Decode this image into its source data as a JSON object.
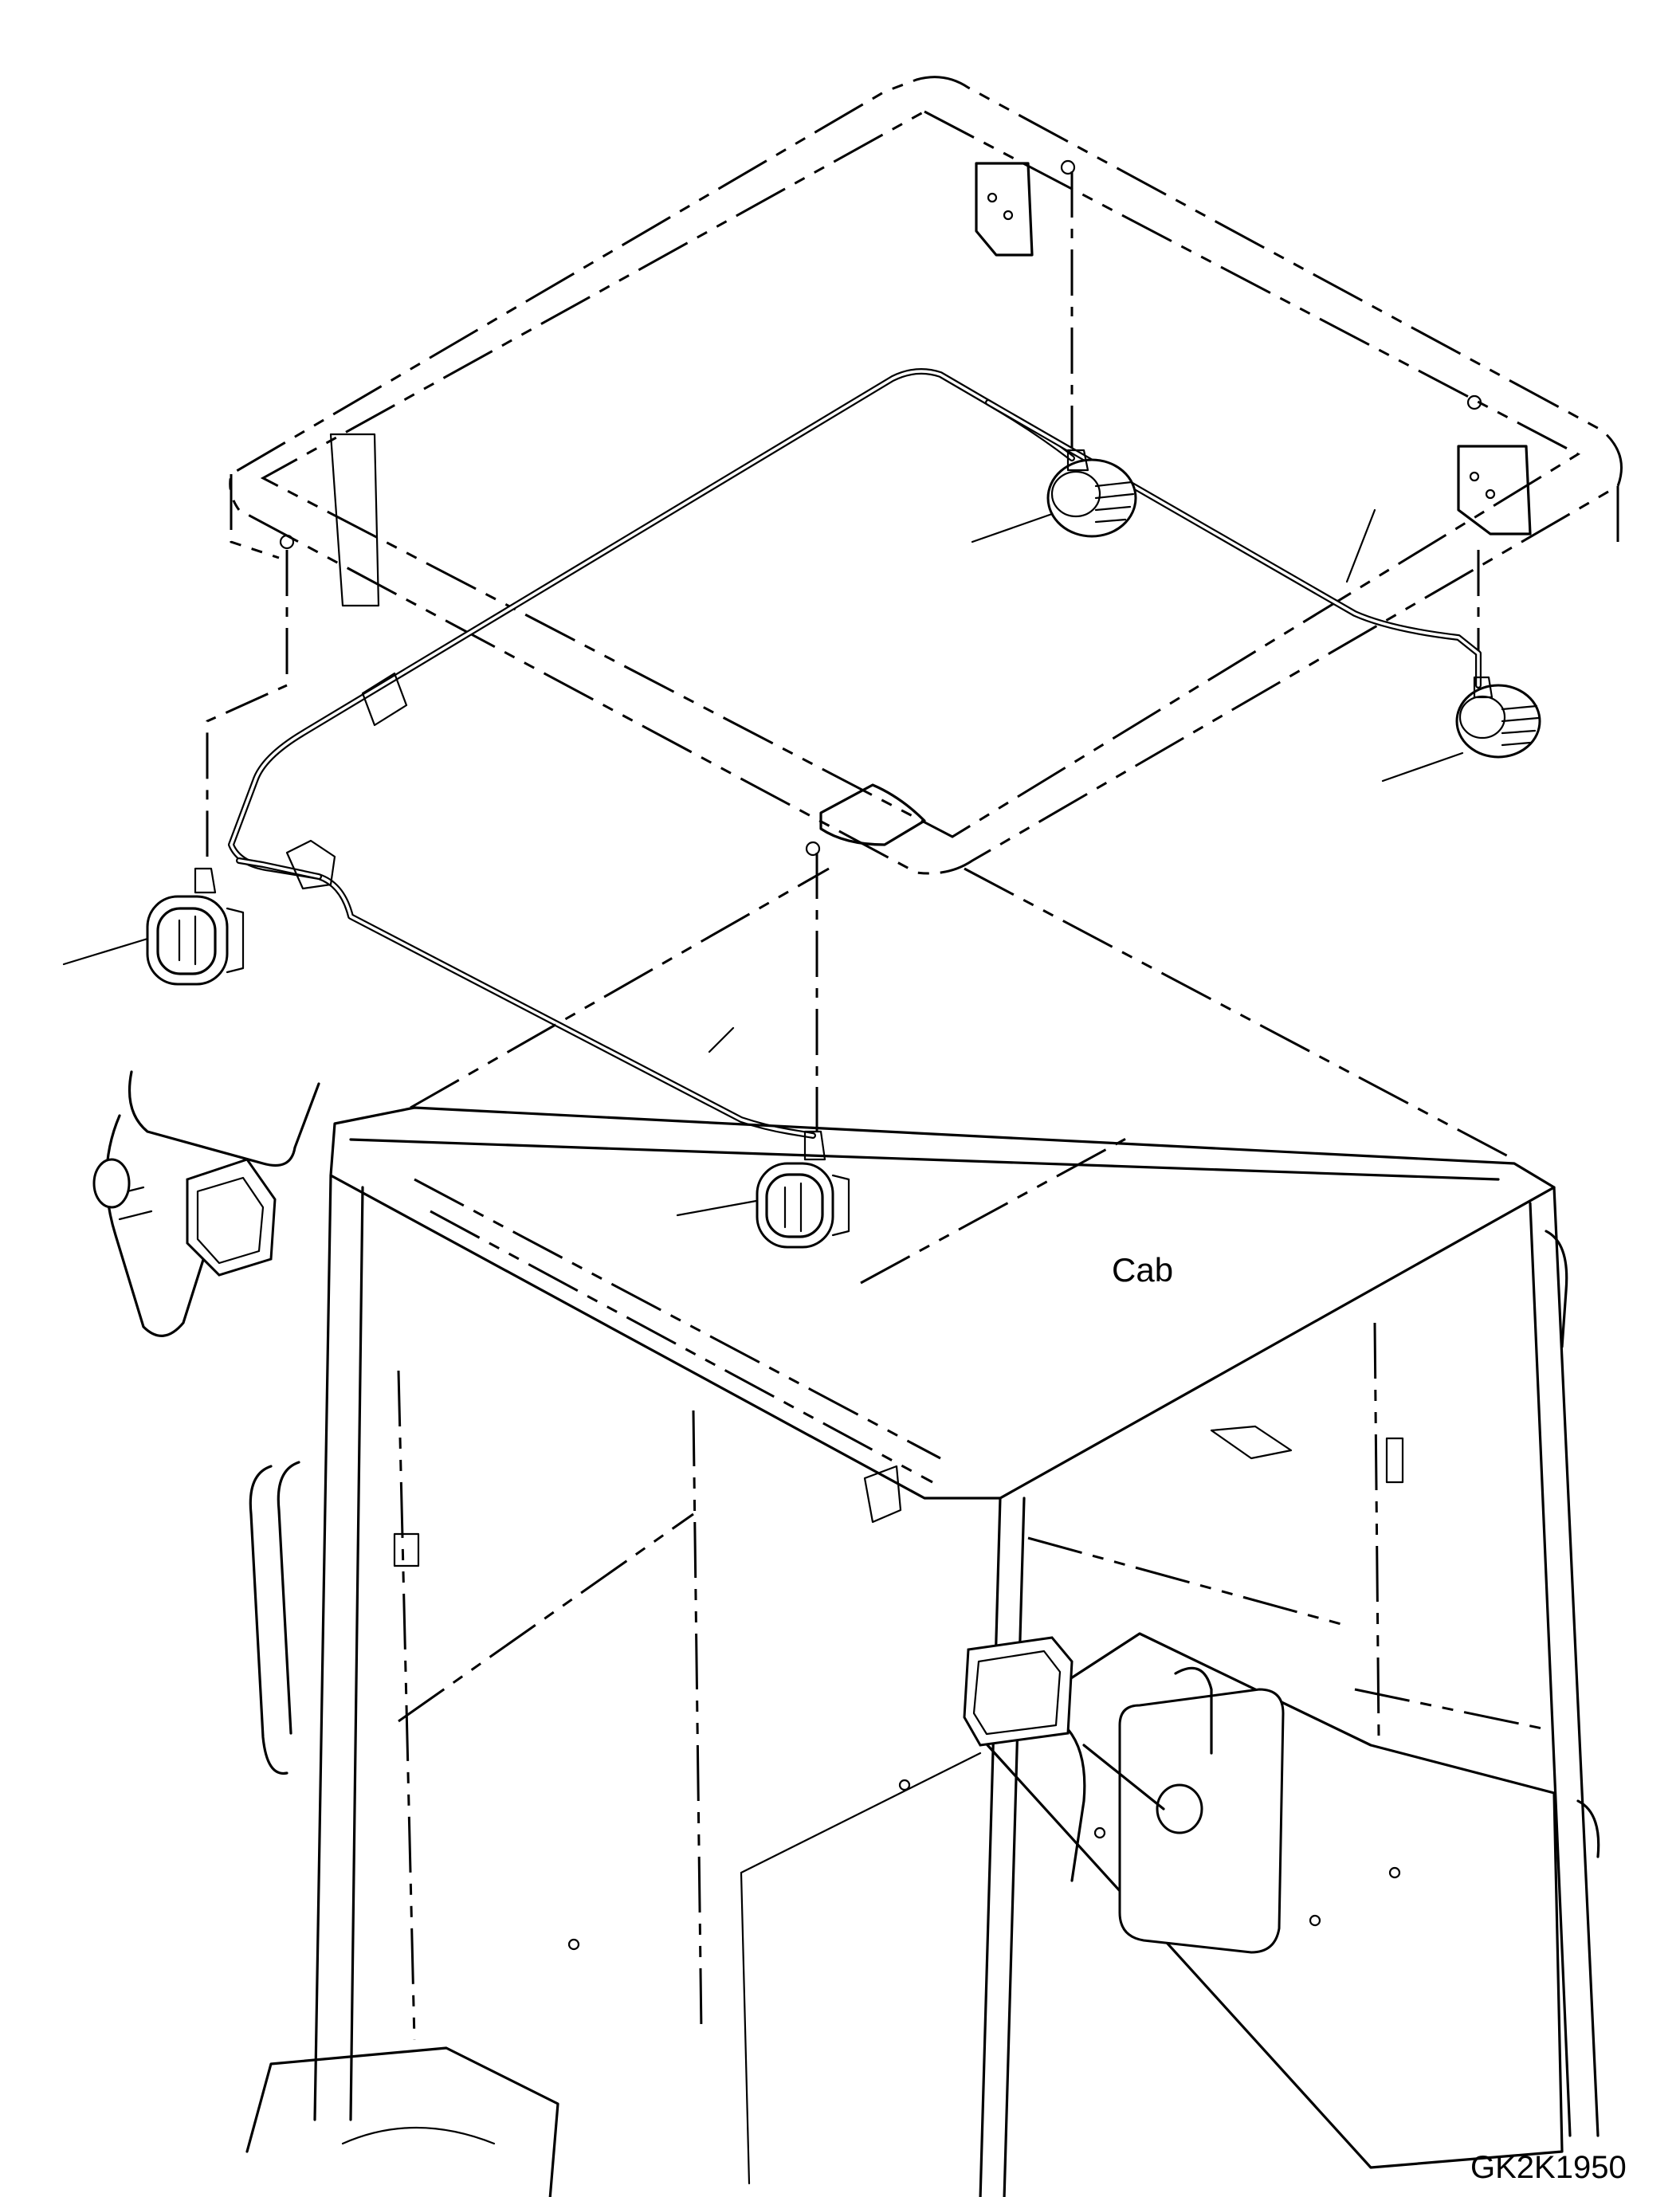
{
  "labels": {
    "cab": "Cab",
    "drawing_number": "GK2K1950"
  },
  "colors": {
    "line": "#000000",
    "background": "#ffffff"
  },
  "components": [
    "roof-frame",
    "wire-harness",
    "work-lamp-rear-right",
    "work-lamp-right",
    "work-lamp-left",
    "work-lamp-front",
    "cab-frame",
    "side-mirror-left",
    "side-mirror-right",
    "head-lamp-left",
    "head-lamp-right"
  ]
}
